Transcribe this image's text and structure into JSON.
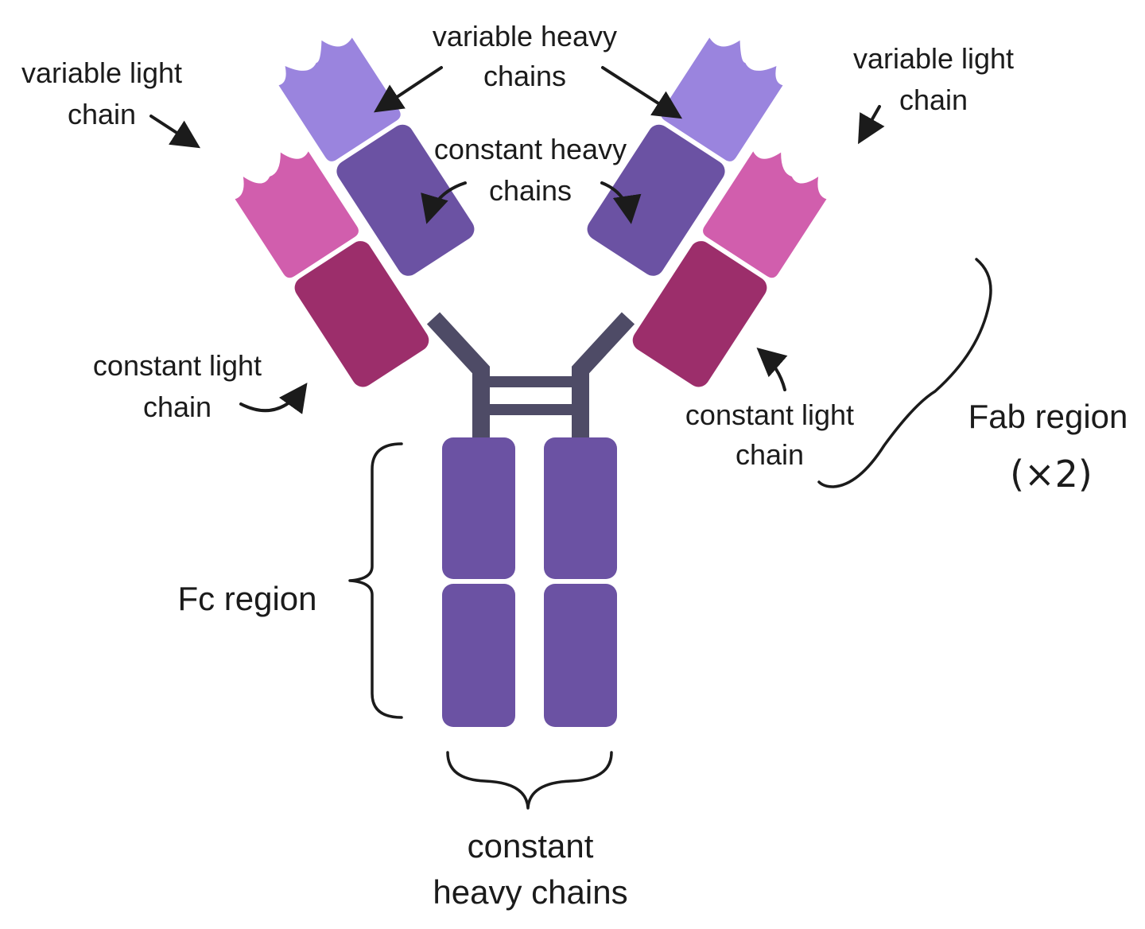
{
  "colors": {
    "variable_heavy": "#9a84de",
    "constant_heavy": "#6b52a3",
    "variable_light": "#d15ead",
    "constant_light": "#9c2e6b",
    "hinge": "#4e4b66"
  },
  "labels": {
    "variable_heavy": [
      "variable heavy",
      "chains"
    ],
    "variable_light_left": [
      "variable light",
      "chain"
    ],
    "variable_light_right": [
      "variable light",
      "chain"
    ],
    "constant_heavy": [
      "constant heavy",
      "chains"
    ],
    "constant_light_left": [
      "constant light",
      "chain"
    ],
    "constant_light_right": [
      "constant light",
      "chain"
    ],
    "fc_region": "Fc region",
    "fab_region": [
      "Fab region",
      "(×2)"
    ],
    "constant_heavy_bottom": [
      "constant",
      "heavy chains"
    ]
  }
}
